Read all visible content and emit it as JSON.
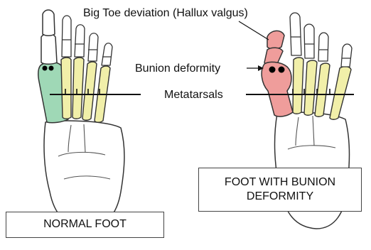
{
  "labels": {
    "big_toe": "Big Toe deviation (Hallux valgus)",
    "bunion": "Bunion deformity",
    "metatarsals": "Metatarsals",
    "normal_foot": "NORMAL FOOT",
    "bunion_foot_line1": "FOOT WITH BUNION",
    "bunion_foot_line2": "DEFORMITY"
  },
  "colors": {
    "normal_first_metatarsal": "#9fd8b6",
    "bunion_first_ray": "#ef9d9b",
    "lesser_metatarsals": "#f1efa9",
    "bone_outline": "#333333",
    "marker": "#000000"
  }
}
